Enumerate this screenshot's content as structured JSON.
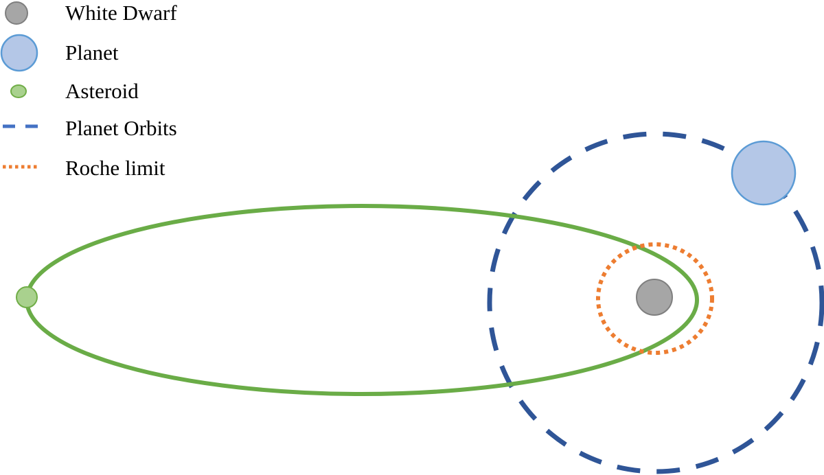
{
  "legend": {
    "items": [
      {
        "label": "White Dwarf",
        "icon": "gray-circle"
      },
      {
        "label": "Planet",
        "icon": "blue-circle"
      },
      {
        "label": "Asteroid",
        "icon": "green-small-circle"
      },
      {
        "label": "Planet Orbits",
        "icon": "blue-dashed-line"
      },
      {
        "label": "Roche limit",
        "icon": "orange-dotted-line"
      }
    ]
  },
  "colors": {
    "white_dwarf_fill": "#a6a6a6",
    "white_dwarf_stroke": "#7f7f7f",
    "planet_fill": "#b4c7e7",
    "planet_stroke": "#5b9bd5",
    "asteroid_fill": "#a9d18e",
    "asteroid_stroke": "#70ad47",
    "asteroid_orbit": "#6aac47",
    "planet_orbit": "#2f5597",
    "legend_dash": "#4472c4",
    "roche_limit": "#ed7d31"
  }
}
